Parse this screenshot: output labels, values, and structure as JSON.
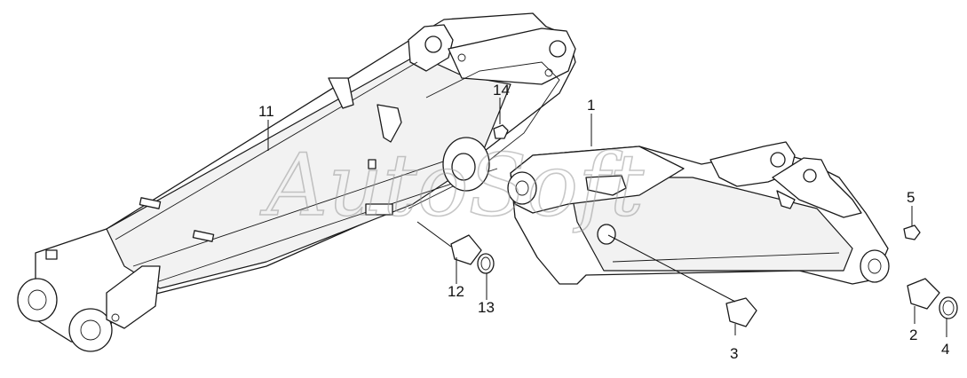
{
  "watermark": "AutoSoft",
  "callouts": {
    "c1": "1",
    "c2": "2",
    "c3": "3",
    "c4": "4",
    "c5": "5",
    "c11": "11",
    "c12": "12",
    "c13": "13",
    "c14": "14"
  }
}
